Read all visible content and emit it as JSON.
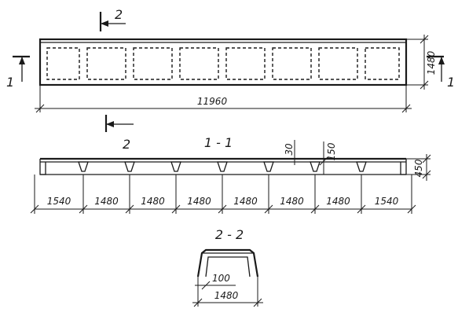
{
  "plan": {
    "total_length": "11960",
    "width": "1480",
    "section_mark_1": "1",
    "section_mark_2": "2"
  },
  "section_1_1": {
    "title": "1 - 1",
    "top_thickness": "30",
    "rib_height": "150",
    "overall_height": "450",
    "spans": [
      "1540",
      "1480",
      "1480",
      "1480",
      "1480",
      "1480",
      "1480",
      "1540"
    ]
  },
  "section_2_2": {
    "title": "2 - 2",
    "rib_width": "100",
    "width": "1480"
  }
}
